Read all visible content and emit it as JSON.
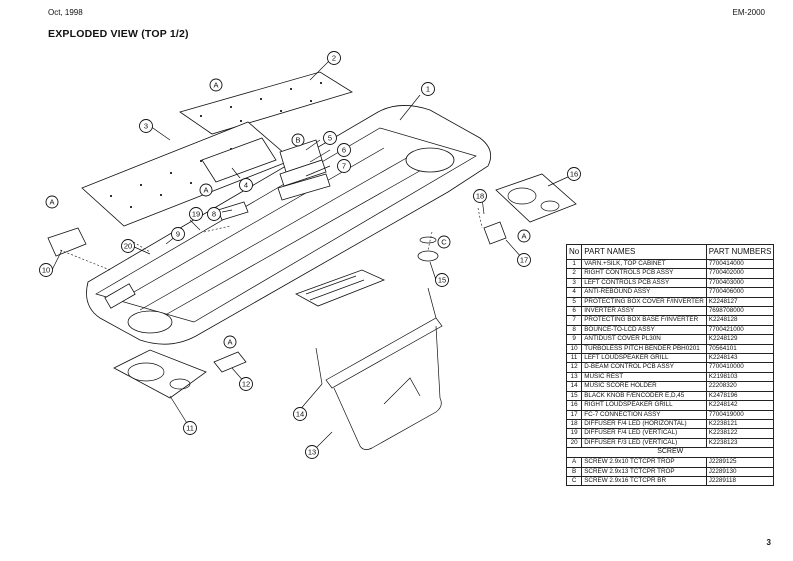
{
  "header": {
    "date": "Oct, 1998",
    "model": "EM-2000"
  },
  "title": "EXPLODED VIEW (TOP 1/2)",
  "page_number": "3",
  "callouts": [
    "1",
    "2",
    "3",
    "4",
    "5",
    "6",
    "7",
    "8",
    "9",
    "10",
    "11",
    "12",
    "13",
    "14",
    "15",
    "16",
    "17",
    "18",
    "19",
    "20"
  ],
  "screw_labels": [
    "A",
    "B",
    "C"
  ],
  "table": {
    "headers": {
      "no": "No",
      "name": "PART NAMES",
      "number": "PART NUMBERS"
    },
    "rows": [
      {
        "no": "1",
        "name": "VARN.+SILK, TOP CABINET",
        "number": "7700414000"
      },
      {
        "no": "2",
        "name": "RIGHT CONTROLS PCB ASSY",
        "number": "7700402000"
      },
      {
        "no": "3",
        "name": "LEFT CONTROLS PCB ASSY",
        "number": "7700403000"
      },
      {
        "no": "4",
        "name": "ANTI-REBOUND ASSY",
        "number": "7700406000"
      },
      {
        "no": "5",
        "name": "PROTECTING BOX COVER F/INVERTER",
        "number": "K2248127"
      },
      {
        "no": "6",
        "name": "INVERTER ASSY",
        "number": "7698708000"
      },
      {
        "no": "7",
        "name": "PROTECTING BOX BASE F/INVERTER",
        "number": "K2248128"
      },
      {
        "no": "8",
        "name": "BOUNCE-TO-LCD ASSY",
        "number": "7700421000"
      },
      {
        "no": "9",
        "name": "ANTIDUST COVER PL30N",
        "number": "K2248129"
      },
      {
        "no": "10",
        "name": "TURBOLESS PITCH BENDER PBH0201",
        "number": "70564101"
      },
      {
        "no": "11",
        "name": "LEFT LOUDSPEAKER GRILL",
        "number": "K2248143"
      },
      {
        "no": "12",
        "name": "D-BEAM CONTROL PCB ASSY",
        "number": "7700410000"
      },
      {
        "no": "13",
        "name": "MUSIC REST",
        "number": "K2198103"
      },
      {
        "no": "14",
        "name": "MUSIC SCORE HOLDER",
        "number": "22208320"
      },
      {
        "no": "15",
        "name": "BLACK KNOB F/ENCODER E,D,45",
        "number": "K2478196"
      },
      {
        "no": "16",
        "name": "RIGHT LOUDSPEAKER GRILL",
        "number": "K2248142"
      },
      {
        "no": "17",
        "name": "FC-7 CONNECTION ASSY",
        "number": "7700419000"
      },
      {
        "no": "18",
        "name": "DIFFUSER F/4 LED (HORIZONTAL)",
        "number": "K2238121"
      },
      {
        "no": "19",
        "name": "DIFFUSER F/4 LED (VERTICAL)",
        "number": "K2238122"
      },
      {
        "no": "20",
        "name": "DIFFUSER F/3 LED (VERTICAL)",
        "number": "K2238123"
      }
    ],
    "screw_section": "SCREW",
    "screw_rows": [
      {
        "no": "A",
        "name": "SCREW 2.9x10 TCTCPR TROP",
        "number": "J2289125"
      },
      {
        "no": "B",
        "name": "SCREW 2.9x13 TCTCPR TROP",
        "number": "J2289130"
      },
      {
        "no": "C",
        "name": "SCREW 2.9x16 TCTCPR BR",
        "number": "J2289118"
      }
    ]
  }
}
